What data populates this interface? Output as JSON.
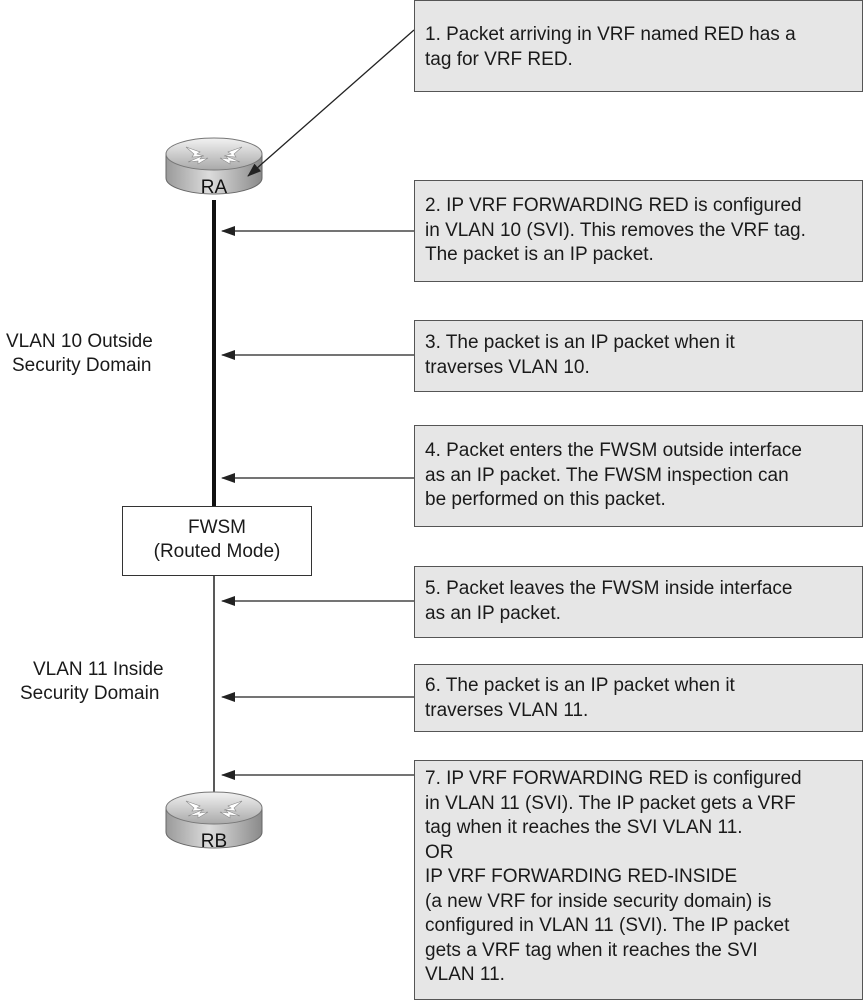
{
  "routers": [
    {
      "id": "RA",
      "label": "RA"
    },
    {
      "id": "RB",
      "label": "RB"
    }
  ],
  "firewall": {
    "title": "FWSM",
    "mode": "(Routed Mode)"
  },
  "vlans": [
    {
      "lines": [
        "VLAN 10  Outside",
        "Security Domain"
      ]
    },
    {
      "lines": [
        "VLAN 11  Inside",
        "Security Domain"
      ]
    }
  ],
  "notes": [
    {
      "lines": [
        "1. Packet arriving in VRF named RED has a",
        "tag for VRF RED."
      ]
    },
    {
      "lines": [
        "2. IP VRF FORWARDING RED is configured",
        "in VLAN 10 (SVI). This removes the VRF tag.",
        "The packet is an IP packet."
      ]
    },
    {
      "lines": [
        "3. The packet is an IP packet when it",
        "traverses VLAN 10."
      ]
    },
    {
      "lines": [
        "4. Packet enters the FWSM outside interface",
        "as an IP packet. The FWSM inspection can",
        "be performed on this packet."
      ]
    },
    {
      "lines": [
        "5. Packet leaves the FWSM inside interface",
        "as an IP packet."
      ]
    },
    {
      "lines": [
        "6. The packet is an IP packet when it",
        "traverses VLAN 11."
      ]
    },
    {
      "lines": [
        "7. IP VRF FORWARDING RED is configured",
        "in VLAN 11 (SVI). The IP packet gets a VRF",
        "tag when it reaches the SVI VLAN 11.",
        "OR",
        "IP VRF FORWARDING RED-INSIDE",
        "(a new VRF for inside security domain) is",
        "configured in VLAN 11 (SVI). The IP packet",
        "gets a VRF tag when it reaches the SVI",
        "VLAN 11."
      ]
    }
  ]
}
